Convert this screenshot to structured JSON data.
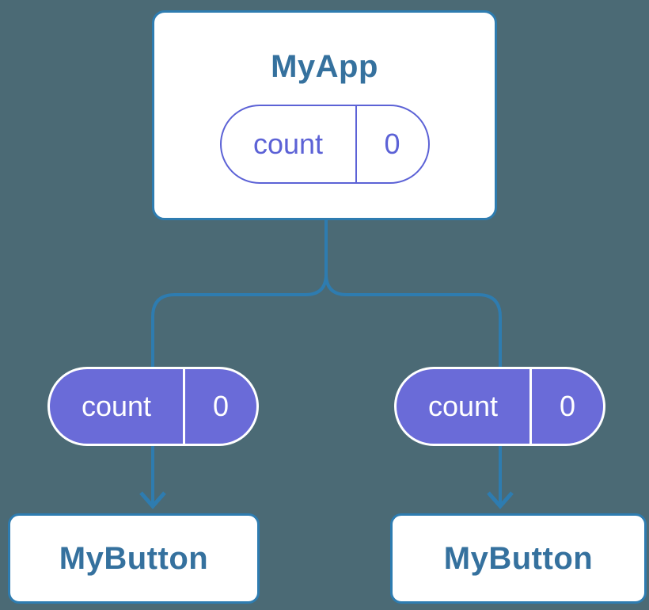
{
  "colors": {
    "background": "#4B6A75",
    "connector_blue": "#2E7CB0",
    "node_border_blue": "#2E7CB0",
    "node_title_blue": "#35719E",
    "pill_fill_purple": "#6A6BD8",
    "pill_outline_purple": "#5C62D6",
    "pill_text_on_fill": "#FFFFFF",
    "node_background": "#FFFFFF"
  },
  "tree": {
    "root": {
      "label": "MyApp",
      "state_pill": {
        "name": "count",
        "value": "0",
        "style": "outlined-purple-on-white"
      }
    },
    "children": [
      {
        "label": "MyButton",
        "prop_pill": {
          "name": "count",
          "value": "0",
          "style": "filled-purple"
        }
      },
      {
        "label": "MyButton",
        "prop_pill": {
          "name": "count",
          "value": "0",
          "style": "filled-purple"
        }
      }
    ]
  }
}
